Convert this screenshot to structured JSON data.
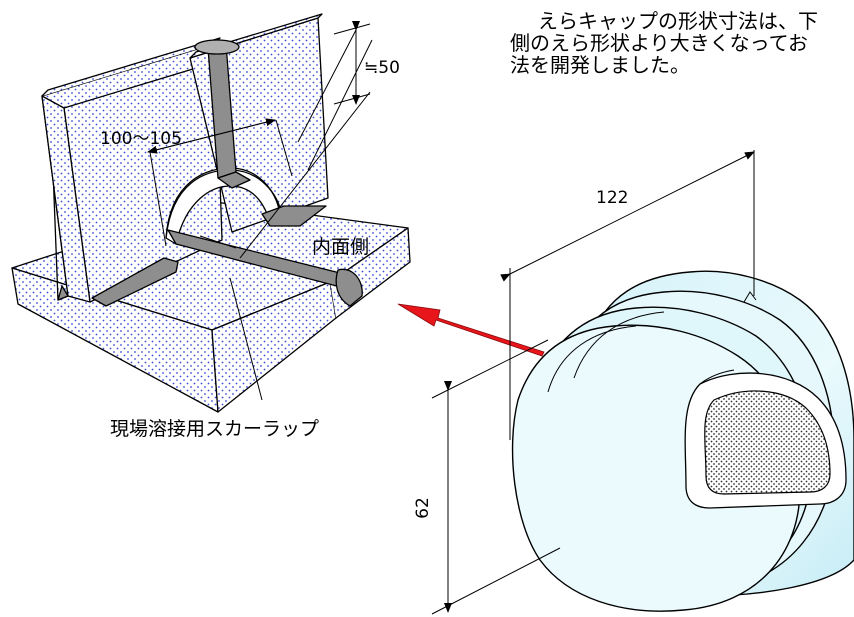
{
  "note": {
    "line1": "えらキャップの形状寸法は、下",
    "line2": "側のえら形状より大きくなってお",
    "line3": "法を開発しました。"
  },
  "labels": {
    "range": "100～105",
    "approx_height": "≒50",
    "inner_side": "内面側",
    "scallop": "現場溶接用スカーラップ"
  },
  "dimensions": {
    "width": "122",
    "height": "62"
  },
  "colors": {
    "plate_dot": "#3b4fd6",
    "weld_gray": "#8e8e8e",
    "cap_fill": "#dff6fb",
    "cap_shade": "#b9e7f2",
    "arrow_red": "#e8161b",
    "line": "#000000"
  }
}
